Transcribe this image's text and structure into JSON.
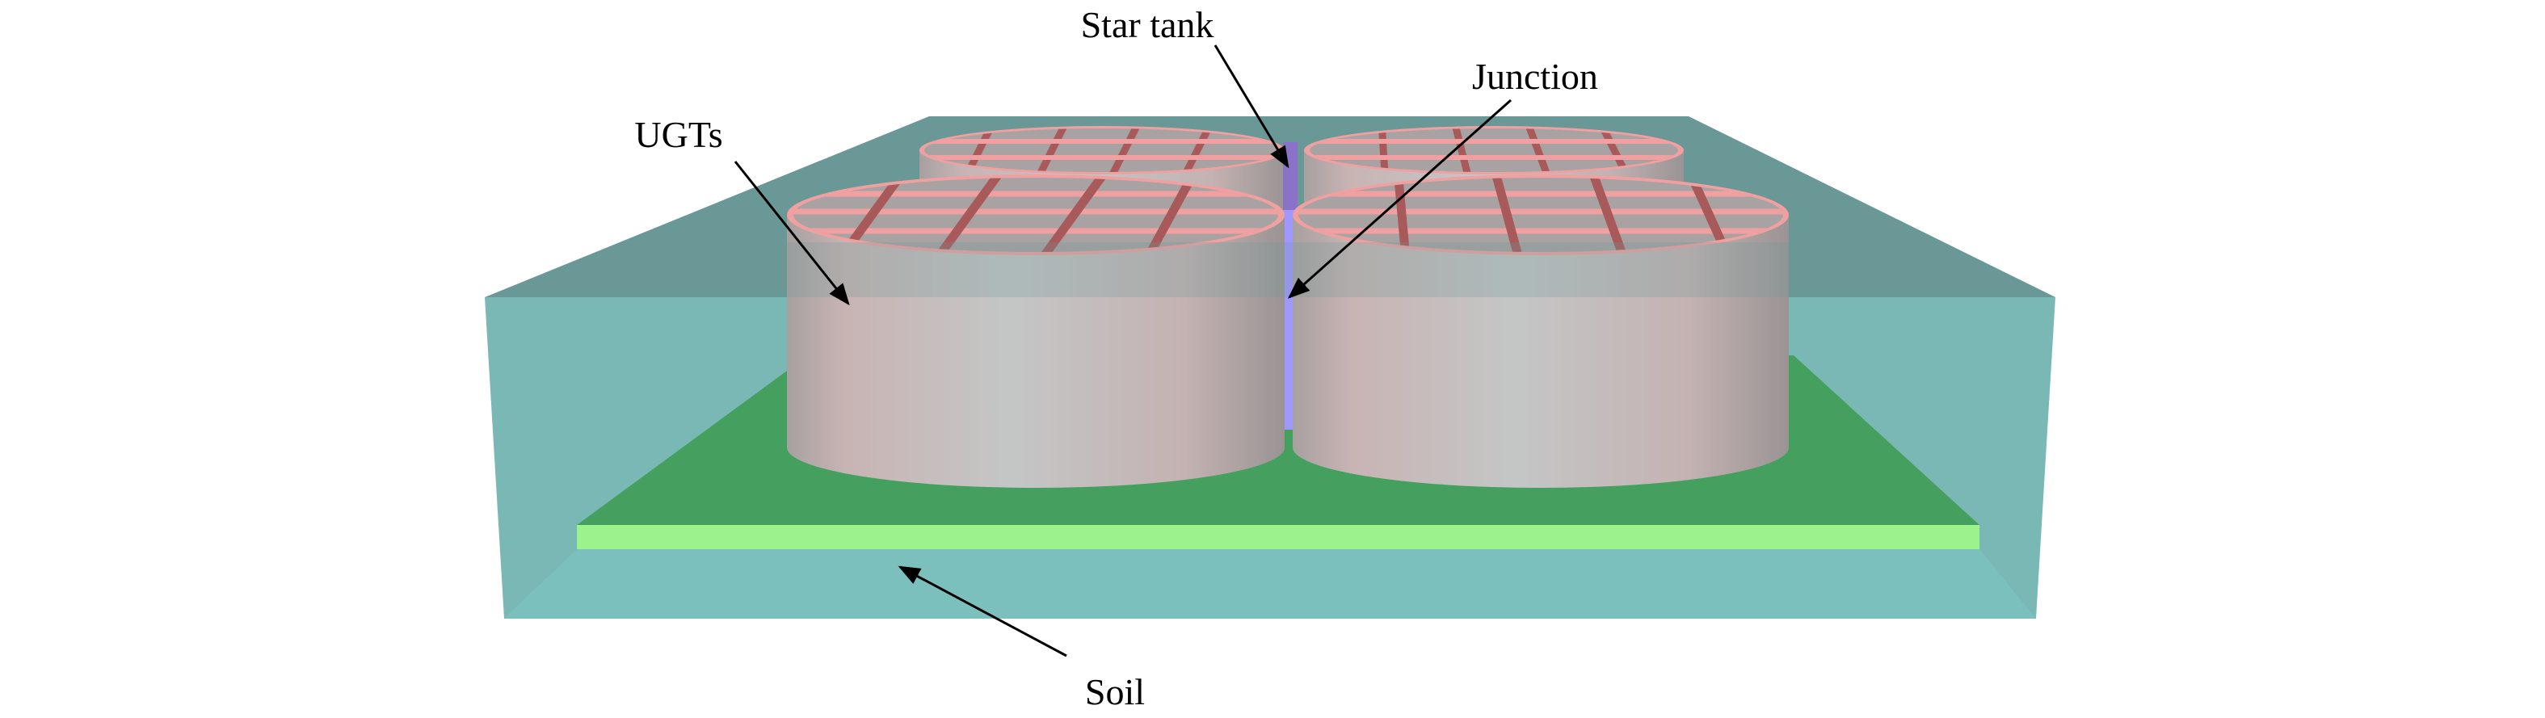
{
  "labels": {
    "star_tank": "Star tank",
    "junction": "Junction",
    "ugts": "UGTs",
    "soil": "Soil"
  },
  "colors": {
    "soil_box_top": "#6a9896",
    "soil_box_front": "#7ab8b6",
    "base_plate_top": "#45a060",
    "base_plate_edge": "#9cf28c",
    "tank_wall": "#c4bfbf",
    "tank_rim": "#f0a0a0",
    "tank_grid": "#a85a5a",
    "junction": "#a097ff"
  }
}
